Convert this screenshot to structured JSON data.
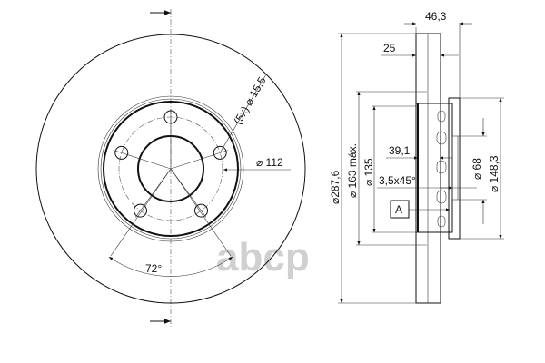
{
  "front_view": {
    "bolt_hole_label": "(5x) ⌀ 15,5",
    "bolt_circle_label": "⌀ 112",
    "angle_label": "72°"
  },
  "side_view": {
    "total_width_label": "46,3",
    "disc_thickness_label": "25",
    "outer_diameter_label": "⌀287,6",
    "max_diameter_label": "⌀ 163 máx.",
    "hub_diameter_label": "⌀ 135",
    "hat_depth_label": "39,1",
    "chamfer_label": "3,5x45°",
    "datum_label": "A",
    "center_bore_label": "⌀ 68",
    "hat_outer_label": "⌀ 148,3"
  },
  "watermark": "abcp",
  "colors": {
    "line": "#111111",
    "watermark": "#d0d0d0"
  }
}
